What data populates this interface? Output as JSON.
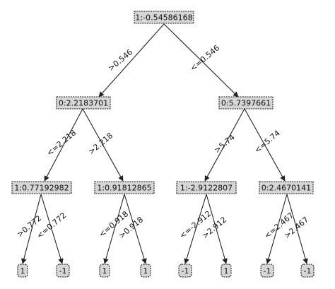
{
  "tree": {
    "nodes": {
      "root": "1:-0.54586168",
      "l": "0:2.2183701",
      "r": "0:5.7397661",
      "ll": "1:0.77192982",
      "lr": "1:0.91812865",
      "rl": "1:-2.9122807",
      "rr": "0:2.4670141"
    },
    "leaves": {
      "ll_a": "1",
      "ll_b": "-1",
      "lr_a": "1",
      "lr_b": "1",
      "rl_a": "-1",
      "rl_b": "1",
      "rr_a": "-1",
      "rr_b": "-1"
    },
    "edges": {
      "root_l": ">0.546",
      "root_r": "<=0.546",
      "l_ll": "<=2.218",
      "l_lr": ">2.218",
      "r_rl": ">5.74",
      "r_rr": "<=5.74",
      "ll_a": ">0.772",
      "ll_b": "<=0.772",
      "lr_a": "<=0.918",
      "lr_b": ">0.918",
      "rl_a": "<=-2.912",
      "rl_b": ">2.912",
      "rr_a": "<=2.467",
      "rr_b": ">2.467"
    }
  }
}
